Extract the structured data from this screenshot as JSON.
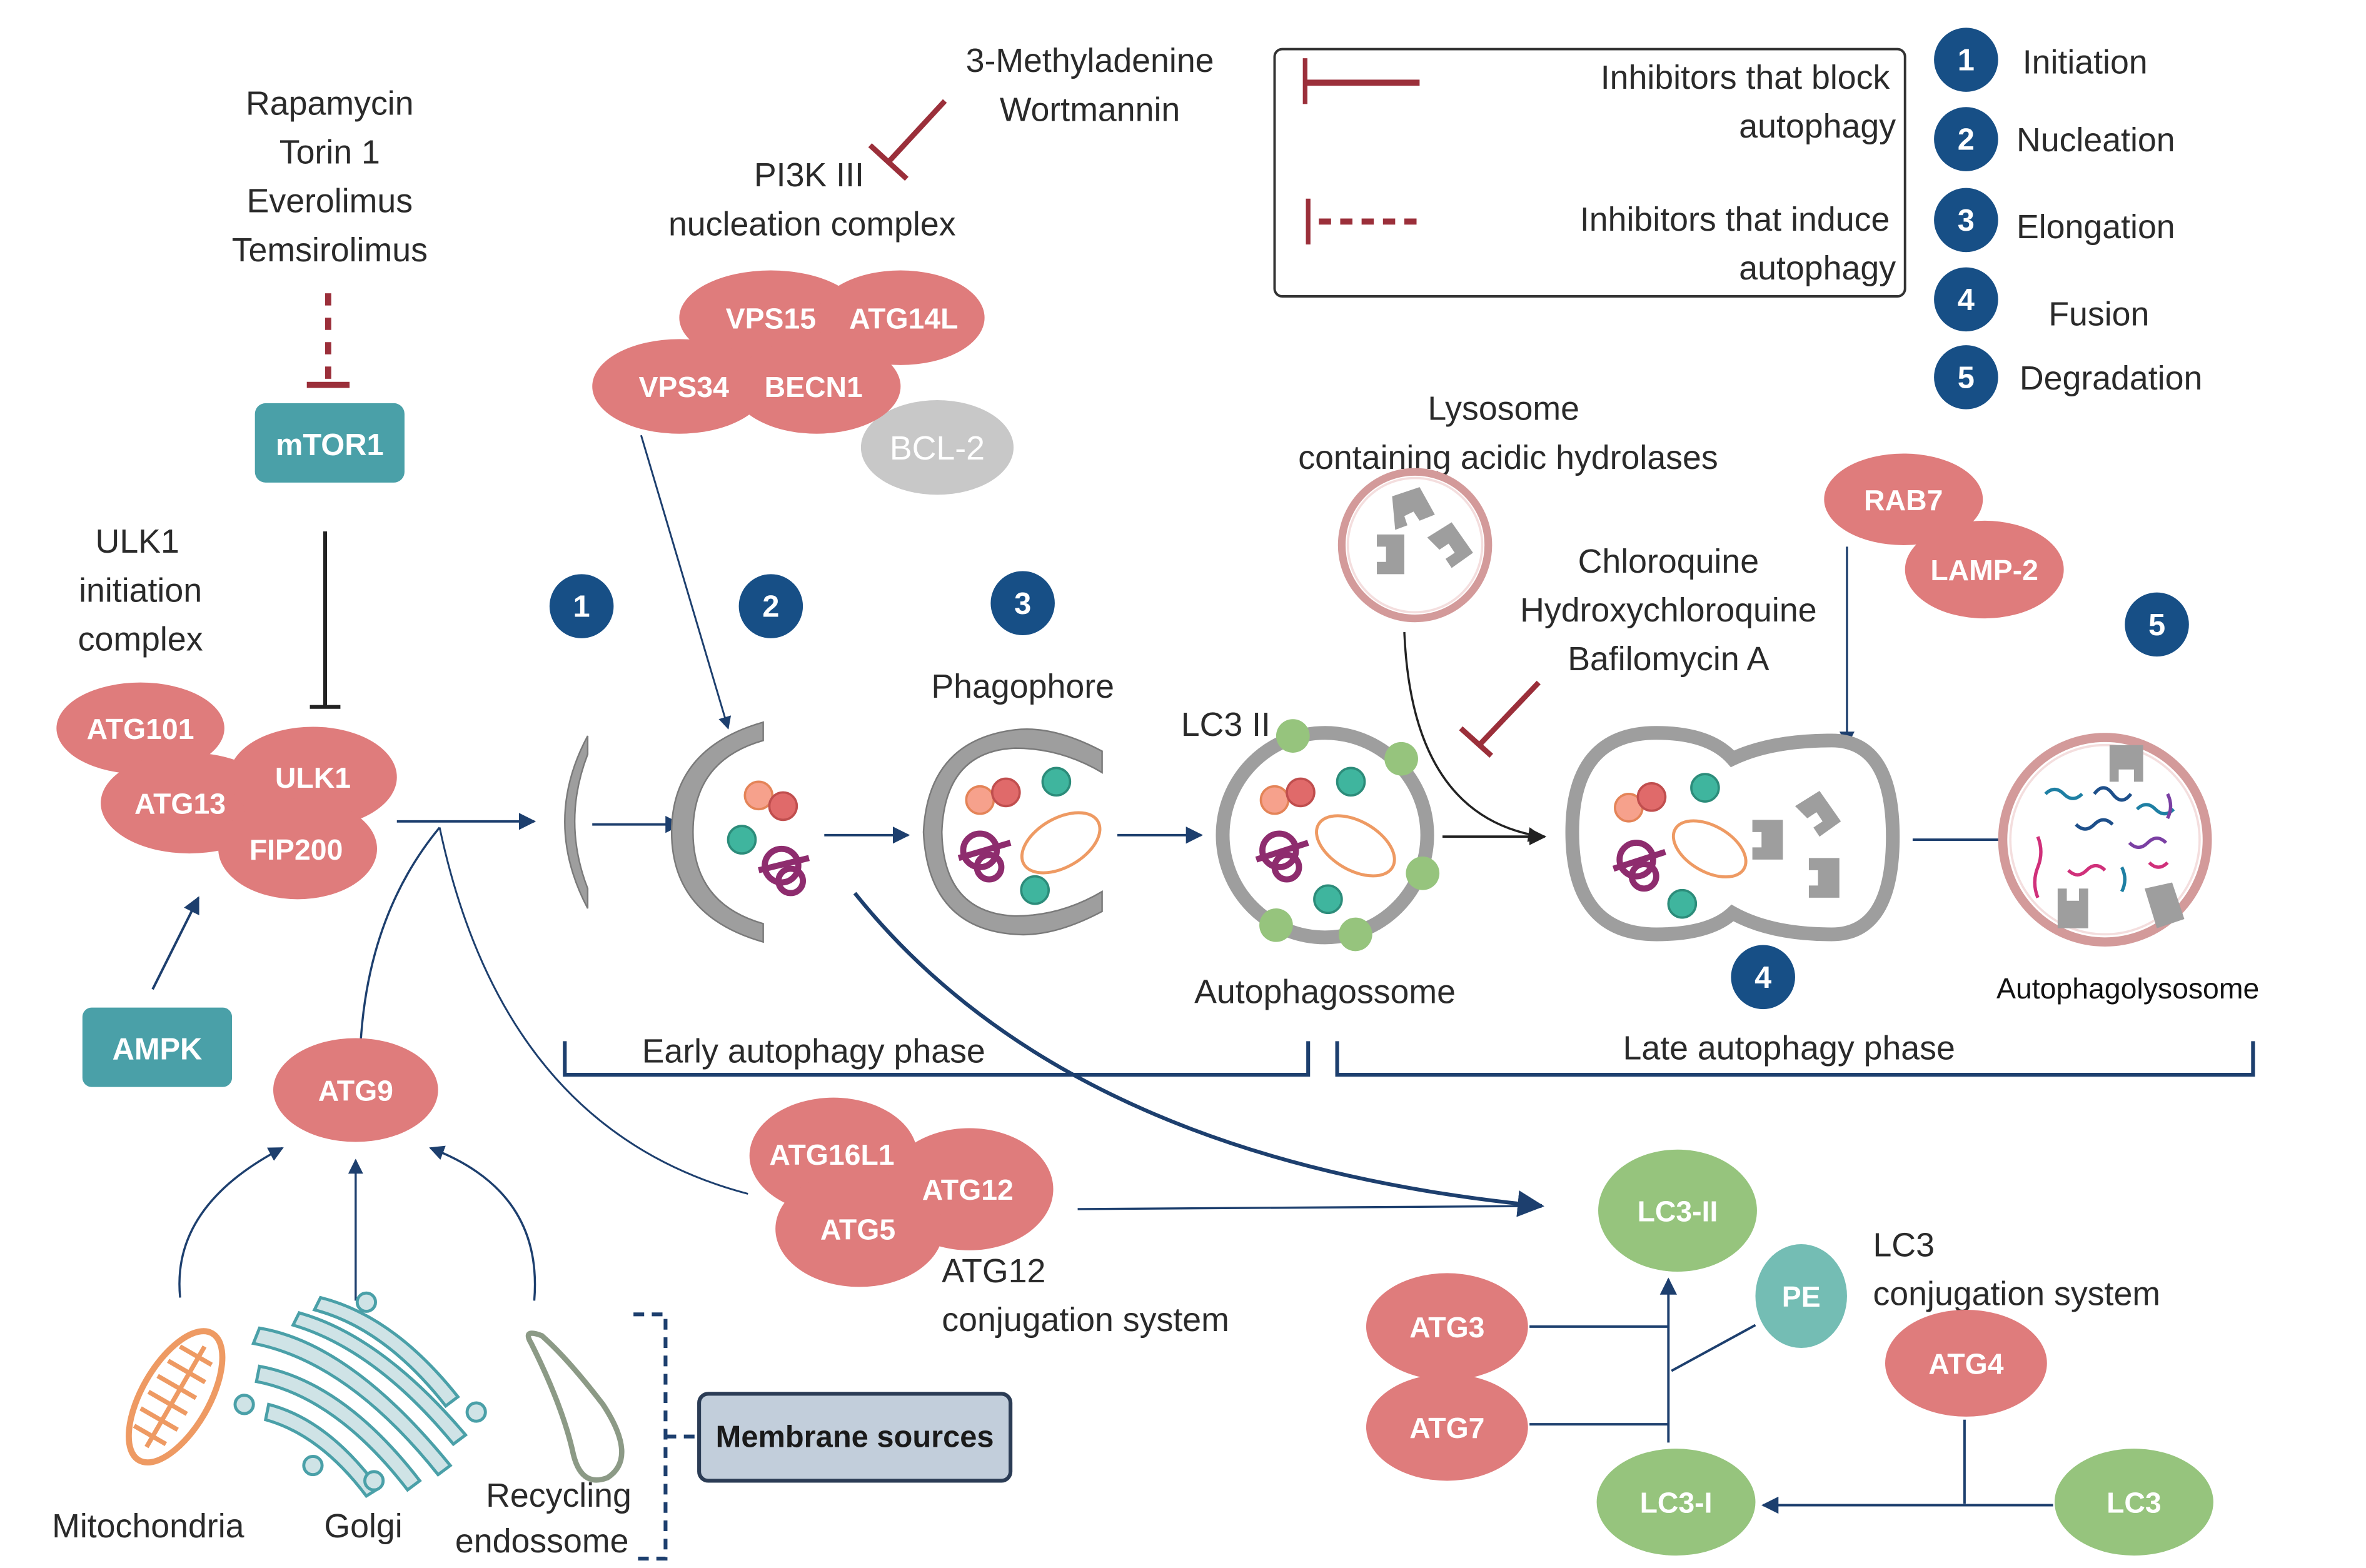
{
  "colors": {
    "protein": "#df7c7c",
    "kinase": "#4aa0a8",
    "lc3": "#96c47d",
    "pe": "#74bdb4",
    "step_circle": "#174f86",
    "inhibitor": "#9b2f3a",
    "arrow": "#1d3f6e",
    "membrane": "#9e9e9e",
    "bcl2": "#c8c8c8",
    "membrane_box": "#c2cedb"
  },
  "drugs": {
    "mtor_inhibitors": [
      "Rapamycin",
      "Torin 1",
      "Everolimus",
      "Temsirolimus"
    ],
    "pi3k_inhibitors": [
      "3-Methyladenine",
      "Wortmannin"
    ],
    "fusion_inhibitors": [
      "Chloroquine",
      "Hydroxychloroquine",
      "Bafilomycin A"
    ]
  },
  "nodes": {
    "mtor1": "mTOR1",
    "ampk": "AMPK",
    "atg9": "ATG9",
    "ulk1_complex_label": [
      "ULK1",
      "initiation",
      "complex"
    ],
    "ulk1_complex": [
      "ATG101",
      "ULK1",
      "ATG13",
      "FIP200"
    ],
    "pi3k_label": [
      "PI3K III",
      "nucleation complex"
    ],
    "pi3k_complex": [
      "VPS15",
      "ATG14L",
      "VPS34",
      "BECN1"
    ],
    "bcl2": "BCL-2",
    "atg12_complex": [
      "ATG16L1",
      "ATG12",
      "ATG5"
    ],
    "atg12_label": [
      "ATG12",
      "conjugation system"
    ],
    "lc3_label": [
      "LC3",
      "conjugation system"
    ],
    "lc3_ii": "LC3-II",
    "lc3_i": "LC3-I",
    "lc3": "LC3",
    "pe": "PE",
    "atg3": "ATG3",
    "atg7": "ATG7",
    "atg4": "ATG4",
    "rab7": "RAB7",
    "lamp2": "LAMP-2"
  },
  "structures": {
    "phagophore": "Phagophore",
    "lc3ii_label": "LC3 II",
    "autophagosome": "Autophagossome",
    "autophagolysosome": "Autophagolysosome",
    "lysosome_label": [
      "Lysosome",
      "containing acidic hydrolases"
    ]
  },
  "phases": {
    "early": "Early autophagy phase",
    "late": "Late autophagy phase"
  },
  "membrane_sources": {
    "title": "Membrane sources",
    "items": [
      "Mitochondria",
      "Golgi",
      "Recycling",
      "endossome"
    ]
  },
  "legend": {
    "block": [
      "Inhibitors that block",
      "autophagy"
    ],
    "induce": [
      "Inhibitors that induce",
      "autophagy"
    ]
  },
  "steps": [
    {
      "num": "1",
      "label": "Initiation"
    },
    {
      "num": "2",
      "label": "Nucleation"
    },
    {
      "num": "3",
      "label": "Elongation"
    },
    {
      "num": "4",
      "label": "Fusion"
    },
    {
      "num": "5",
      "label": "Degradation"
    }
  ]
}
